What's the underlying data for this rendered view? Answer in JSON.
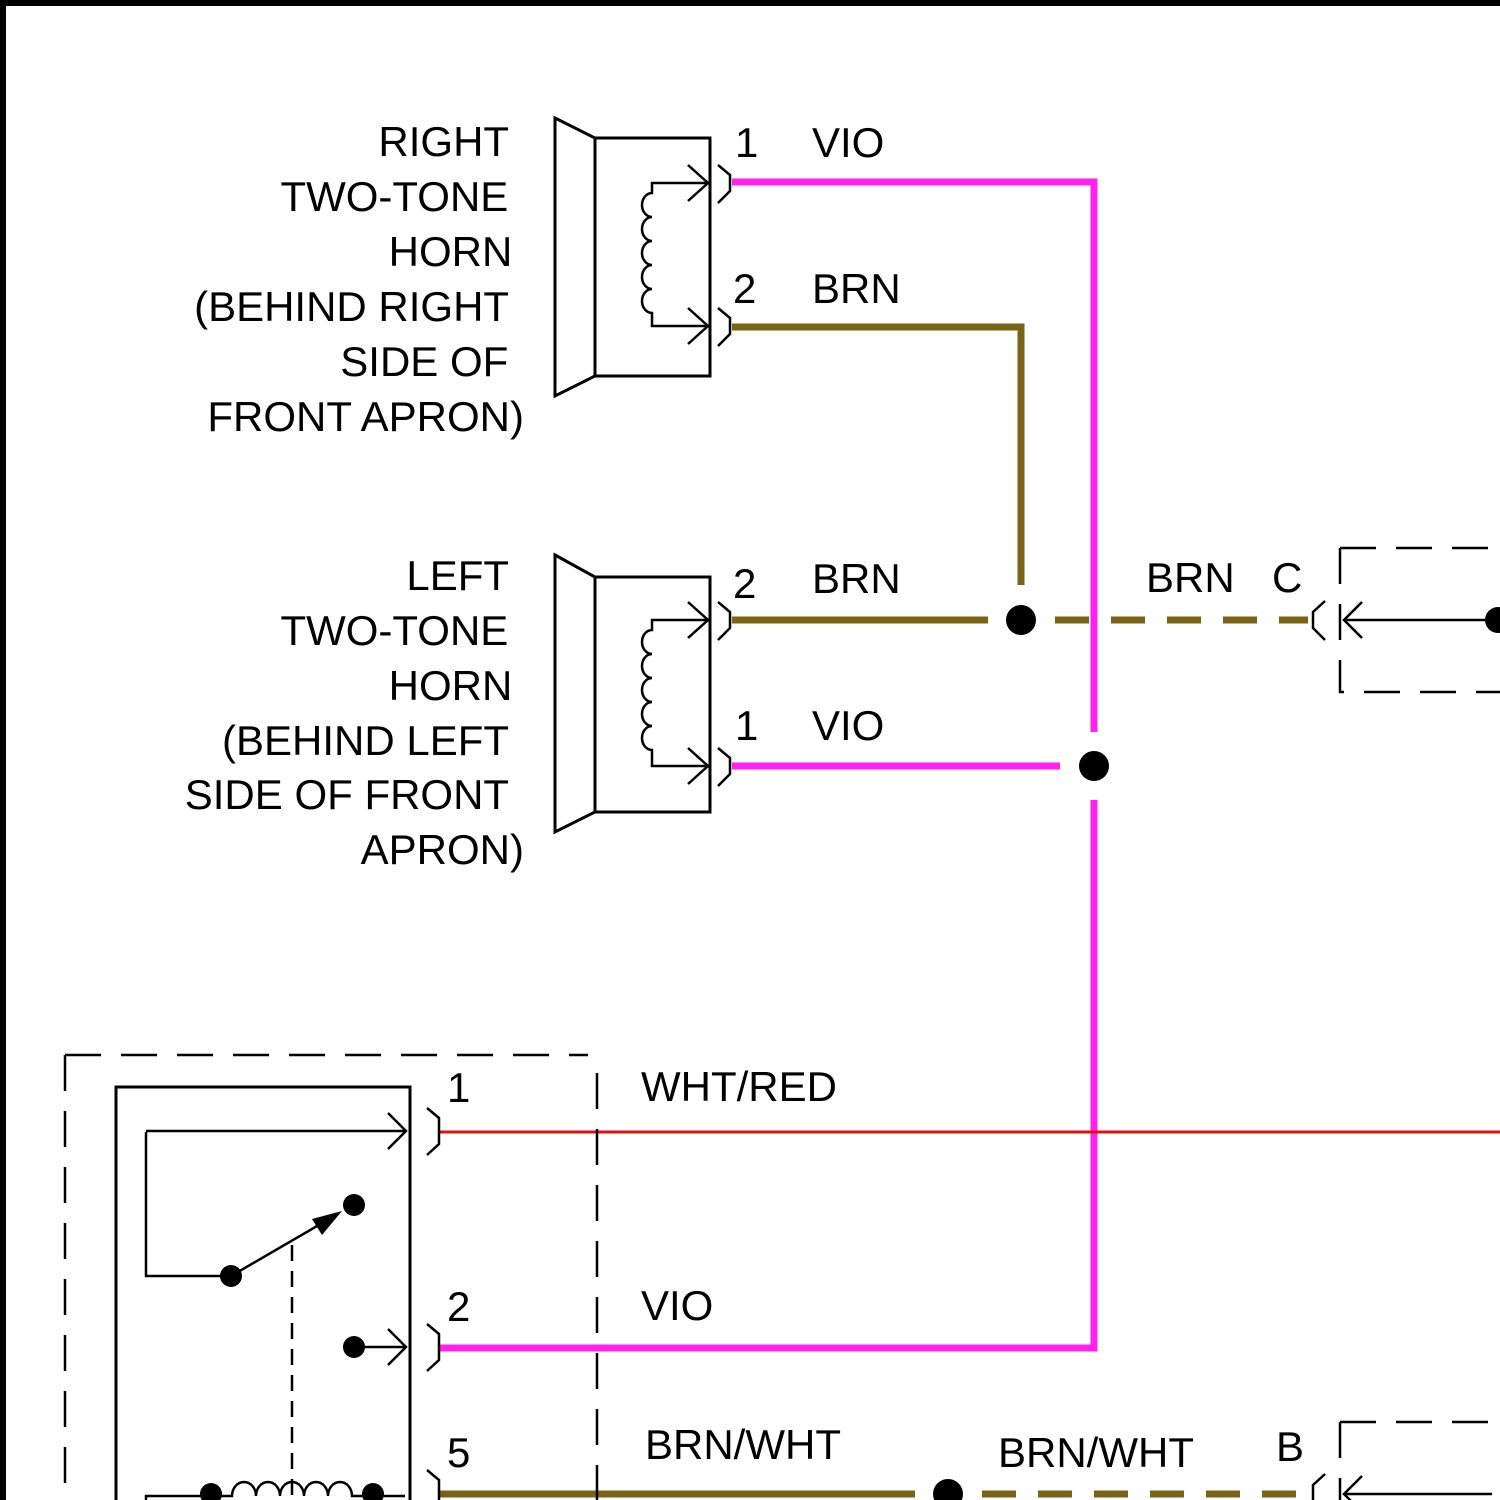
{
  "colors": {
    "vio": "#ff22ee",
    "brn": "#7a6315",
    "wht_red": "#e01010",
    "line": "#000000"
  },
  "right_horn": {
    "label_lines": [
      "RIGHT",
      "TWO-TONE",
      "HORN",
      "(BEHIND RIGHT",
      "SIDE OF",
      "FRONT APRON)"
    ],
    "pin1": "1",
    "pin1_wire": "VIO",
    "pin2": "2",
    "pin2_wire": "BRN"
  },
  "left_horn": {
    "label_lines": [
      "LEFT",
      "TWO-TONE",
      "HORN",
      "(BEHIND LEFT",
      "SIDE OF FRONT",
      "APRON)"
    ],
    "pin2": "2",
    "pin2_wire": "BRN",
    "pin1": "1",
    "pin1_wire": "VIO"
  },
  "connector_c": {
    "wire": "BRN",
    "letter": "C"
  },
  "connector_b": {
    "wire": "BRN/WHT",
    "letter": "B"
  },
  "relay": {
    "pin1": "1",
    "pin1_wire": "WHT/RED",
    "pin2": "2",
    "pin2_wire": "VIO",
    "pin5": "5",
    "pin5_wire": "BRN/WHT"
  }
}
